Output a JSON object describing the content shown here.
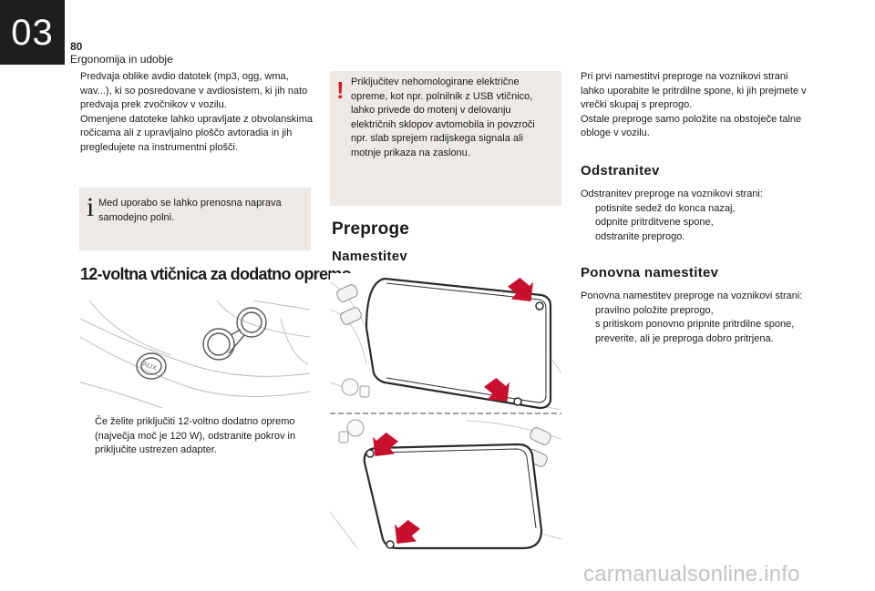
{
  "header": {
    "chapter": "03",
    "page_number": "80",
    "section": "Ergonomija in udobje"
  },
  "column1": {
    "intro": [
      "Predvaja oblike avdio datotek (mp3, ogg, wma, wav...), ki so posredovane v avdiosistem, ki jih nato predvaja prek zvočnikov v vozilu.",
      "Omenjene datoteke lahko upravljate z obvolanskima ročicama ali z upravljalno ploščo avtoradia in jih pregledujete na instrumentni plošči."
    ],
    "info_icon": "i",
    "info_note": "Med uporabo se lahko prenosna naprava samodejno polni.",
    "heading": "12-voltna vtičnica za dodatno opremo",
    "illustration_label": "AUX",
    "bullet_symbol": "",
    "bullet": "Če želite priključiti 12-voltno dodatno opremo (največja moč je 120 W), odstranite pokrov in priključite ustrezen adapter."
  },
  "column2": {
    "warning_icon": "!",
    "warning": "Priključitev nehomologirane električne opreme, kot npr. polnilnik z USB vtičnico, lahko privede do motenj v delovanju električnih sklopov avtomobila in povzroči npr. slab sprejem radijskega signala ali motnje prikaza na zaslonu.",
    "heading": "Preproge",
    "subheading": "Namestitev",
    "arrow_color": "#c8102e"
  },
  "column3": {
    "intro": [
      "Pri prvi namestitvi preproge na voznikovi strani lahko uporabite le pritrdilne spone, ki jih prejmete v vrečki skupaj s preprogo.",
      "Ostale preproge samo položite na obstoječe talne obloge v vozilu."
    ],
    "removal_heading": "Odstranitev",
    "removal_intro": "Odstranitev preproge na voznikovi strani:",
    "removal_steps": [
      "potisnite sedež do konca nazaj,",
      "odpnite pritrditvene spone,",
      "odstranite preprogo."
    ],
    "refit_heading": "Ponovna namestitev",
    "refit_intro": "Ponovna namestitev preproge na voznikovi strani:",
    "refit_steps": [
      "pravilno položite preprogo,",
      "s pritiskom ponovno pripnite pritrdilne spone,",
      "preverite, ali je preproga dobro pritrjena."
    ]
  },
  "watermark": "carmanualsonline.info"
}
